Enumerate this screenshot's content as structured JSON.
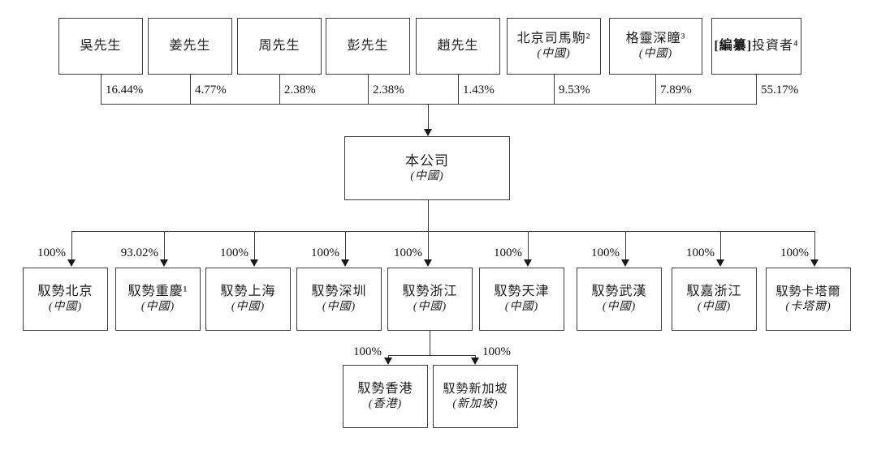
{
  "diagram": {
    "type": "corporate-shareholding-structure",
    "line_color": "#3a3a3a"
  },
  "shareholders": [
    {
      "name": "吳先生",
      "pct": "16.44%"
    },
    {
      "name": "姜先生",
      "pct": "4.77%"
    },
    {
      "name": "周先生",
      "pct": "2.38%"
    },
    {
      "name": "彭先生",
      "pct": "2.38%"
    },
    {
      "name": "趙先生",
      "pct": "1.43%"
    },
    {
      "name": "北京司馬駒²",
      "location": "(中國)",
      "pct": "9.53%"
    },
    {
      "name": "格靈深瞳³",
      "location": "(中國)",
      "pct": "7.89%"
    },
    {
      "bold": "[編纂]",
      "name": "投資者⁴",
      "pct": "55.17%"
    }
  ],
  "company": {
    "name": "本公司",
    "location": "(中國)"
  },
  "subsidiaries": [
    {
      "name": "馭勢北京",
      "location": "(中國)",
      "pct": "100%"
    },
    {
      "name": "馭勢重慶¹",
      "location": "(中國)",
      "pct": "93.02%"
    },
    {
      "name": "馭勢上海",
      "location": "(中國)",
      "pct": "100%"
    },
    {
      "name": "馭勢深圳",
      "location": "(中國)",
      "pct": "100%"
    },
    {
      "name": "馭勢浙江",
      "location": "(中國)",
      "pct": "100%"
    },
    {
      "name": "馭勢天津",
      "location": "(中國)",
      "pct": "100%"
    },
    {
      "name": "馭勢武漢",
      "location": "(中國)",
      "pct": "100%"
    },
    {
      "name": "馭嘉浙江",
      "location": "(中國)",
      "pct": "100%"
    },
    {
      "name": "馭勢卡塔爾",
      "location": "(卡塔爾)",
      "pct": "100%"
    }
  ],
  "sub_subsidiaries": [
    {
      "name": "馭勢香港",
      "location": "(香港)",
      "pct": "100%"
    },
    {
      "name": "馭勢新加坡",
      "location": "(新加坡)",
      "pct": "100%"
    }
  ]
}
